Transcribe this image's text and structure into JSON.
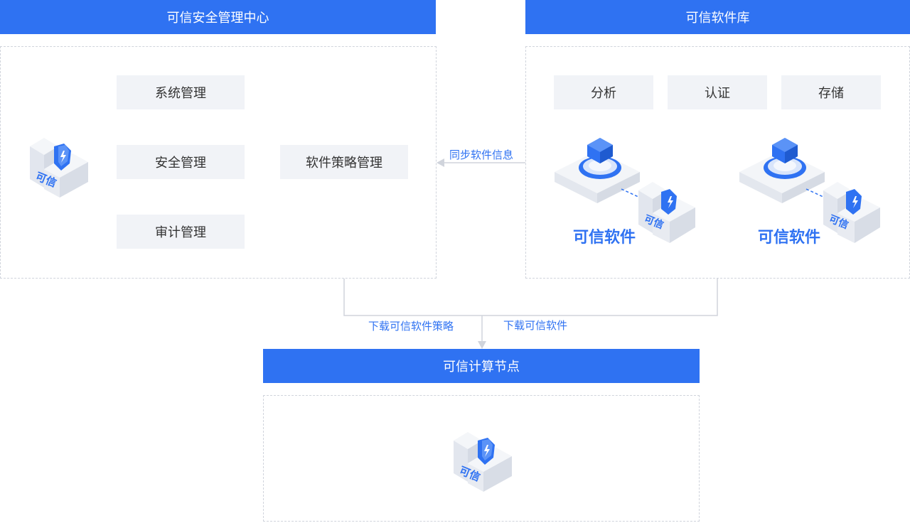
{
  "colors": {
    "accent": "#2f72f2",
    "box_bg": "#f1f3f7",
    "line": "#d0d4dc"
  },
  "mgmt_center": {
    "title": "可信安全管理中心",
    "items": [
      "系统管理",
      "安全管理",
      "审计管理"
    ],
    "policy_box": "软件策略管理",
    "icon": {
      "name": "trusted-cube-icon",
      "label": "可信"
    }
  },
  "software_repo": {
    "title": "可信软件库",
    "items": [
      "分析",
      "认证",
      "存储"
    ],
    "software": [
      {
        "label": "可信软件",
        "badge": "可信"
      },
      {
        "label": "可信软件",
        "badge": "可信"
      }
    ]
  },
  "compute_node": {
    "title": "可信计算节点",
    "icon": {
      "name": "trusted-cube-icon",
      "label": "可信"
    }
  },
  "flows": {
    "sync": "同步软件信息",
    "download_policy": "下载可信软件策略",
    "download_software": "下载可信软件"
  }
}
